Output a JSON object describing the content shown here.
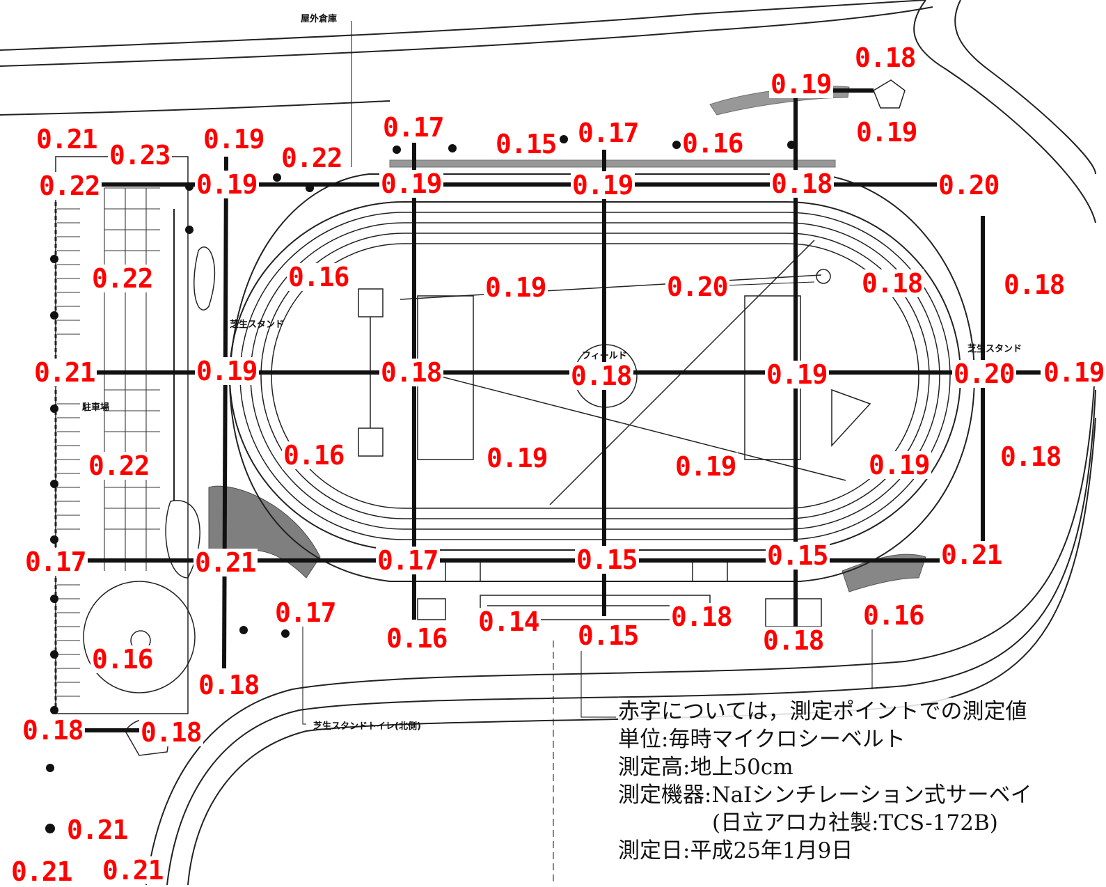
{
  "colors": {
    "reading": "#ff0000",
    "linework": "#111111",
    "paper": "#ffffff"
  },
  "map_labels": {
    "storage": "屋外倉庫",
    "field": "フィールド",
    "parking": "駐車場",
    "toilet_north": "芝生スタンドトイレ(北側)",
    "stand_west": "芝生スタンド",
    "stand_east": "芝生スタンド"
  },
  "readings": [
    "0.21",
    "0.23",
    "0.19",
    "0.22",
    "0.17",
    "0.15",
    "0.17",
    "0.16",
    "0.19",
    "0.18",
    "0.19",
    "0.22",
    "0.19",
    "0.19",
    "0.19",
    "0.18",
    "0.20",
    "0.22",
    "0.16",
    "0.19",
    "0.20",
    "0.18",
    "0.18",
    "0.21",
    "0.19",
    "0.18",
    "0.18",
    "0.19",
    "0.20",
    "0.19",
    "0.22",
    "0.16",
    "0.19",
    "0.19",
    "0.19",
    "0.18",
    "0.17",
    "0.21",
    "0.17",
    "0.15",
    "0.15",
    "0.21",
    "0.17",
    "0.16",
    "0.14",
    "0.15",
    "0.18",
    "0.18",
    "0.16",
    "0.16",
    "0.18",
    "0.18",
    "0.18",
    "0.21",
    "0.21",
    "0.21"
  ],
  "notes": {
    "line1": "赤字については，測定ポイントでの測定値",
    "line2": "単位:毎時マイクロシーベルト",
    "line3": "測定高:地上50cm",
    "line4": "測定機器:NaIシンチレーション式サーベイ",
    "line5": "(日立アロカ社製:TCS-172B)",
    "line6": "測定日:平成25年1月9日"
  }
}
